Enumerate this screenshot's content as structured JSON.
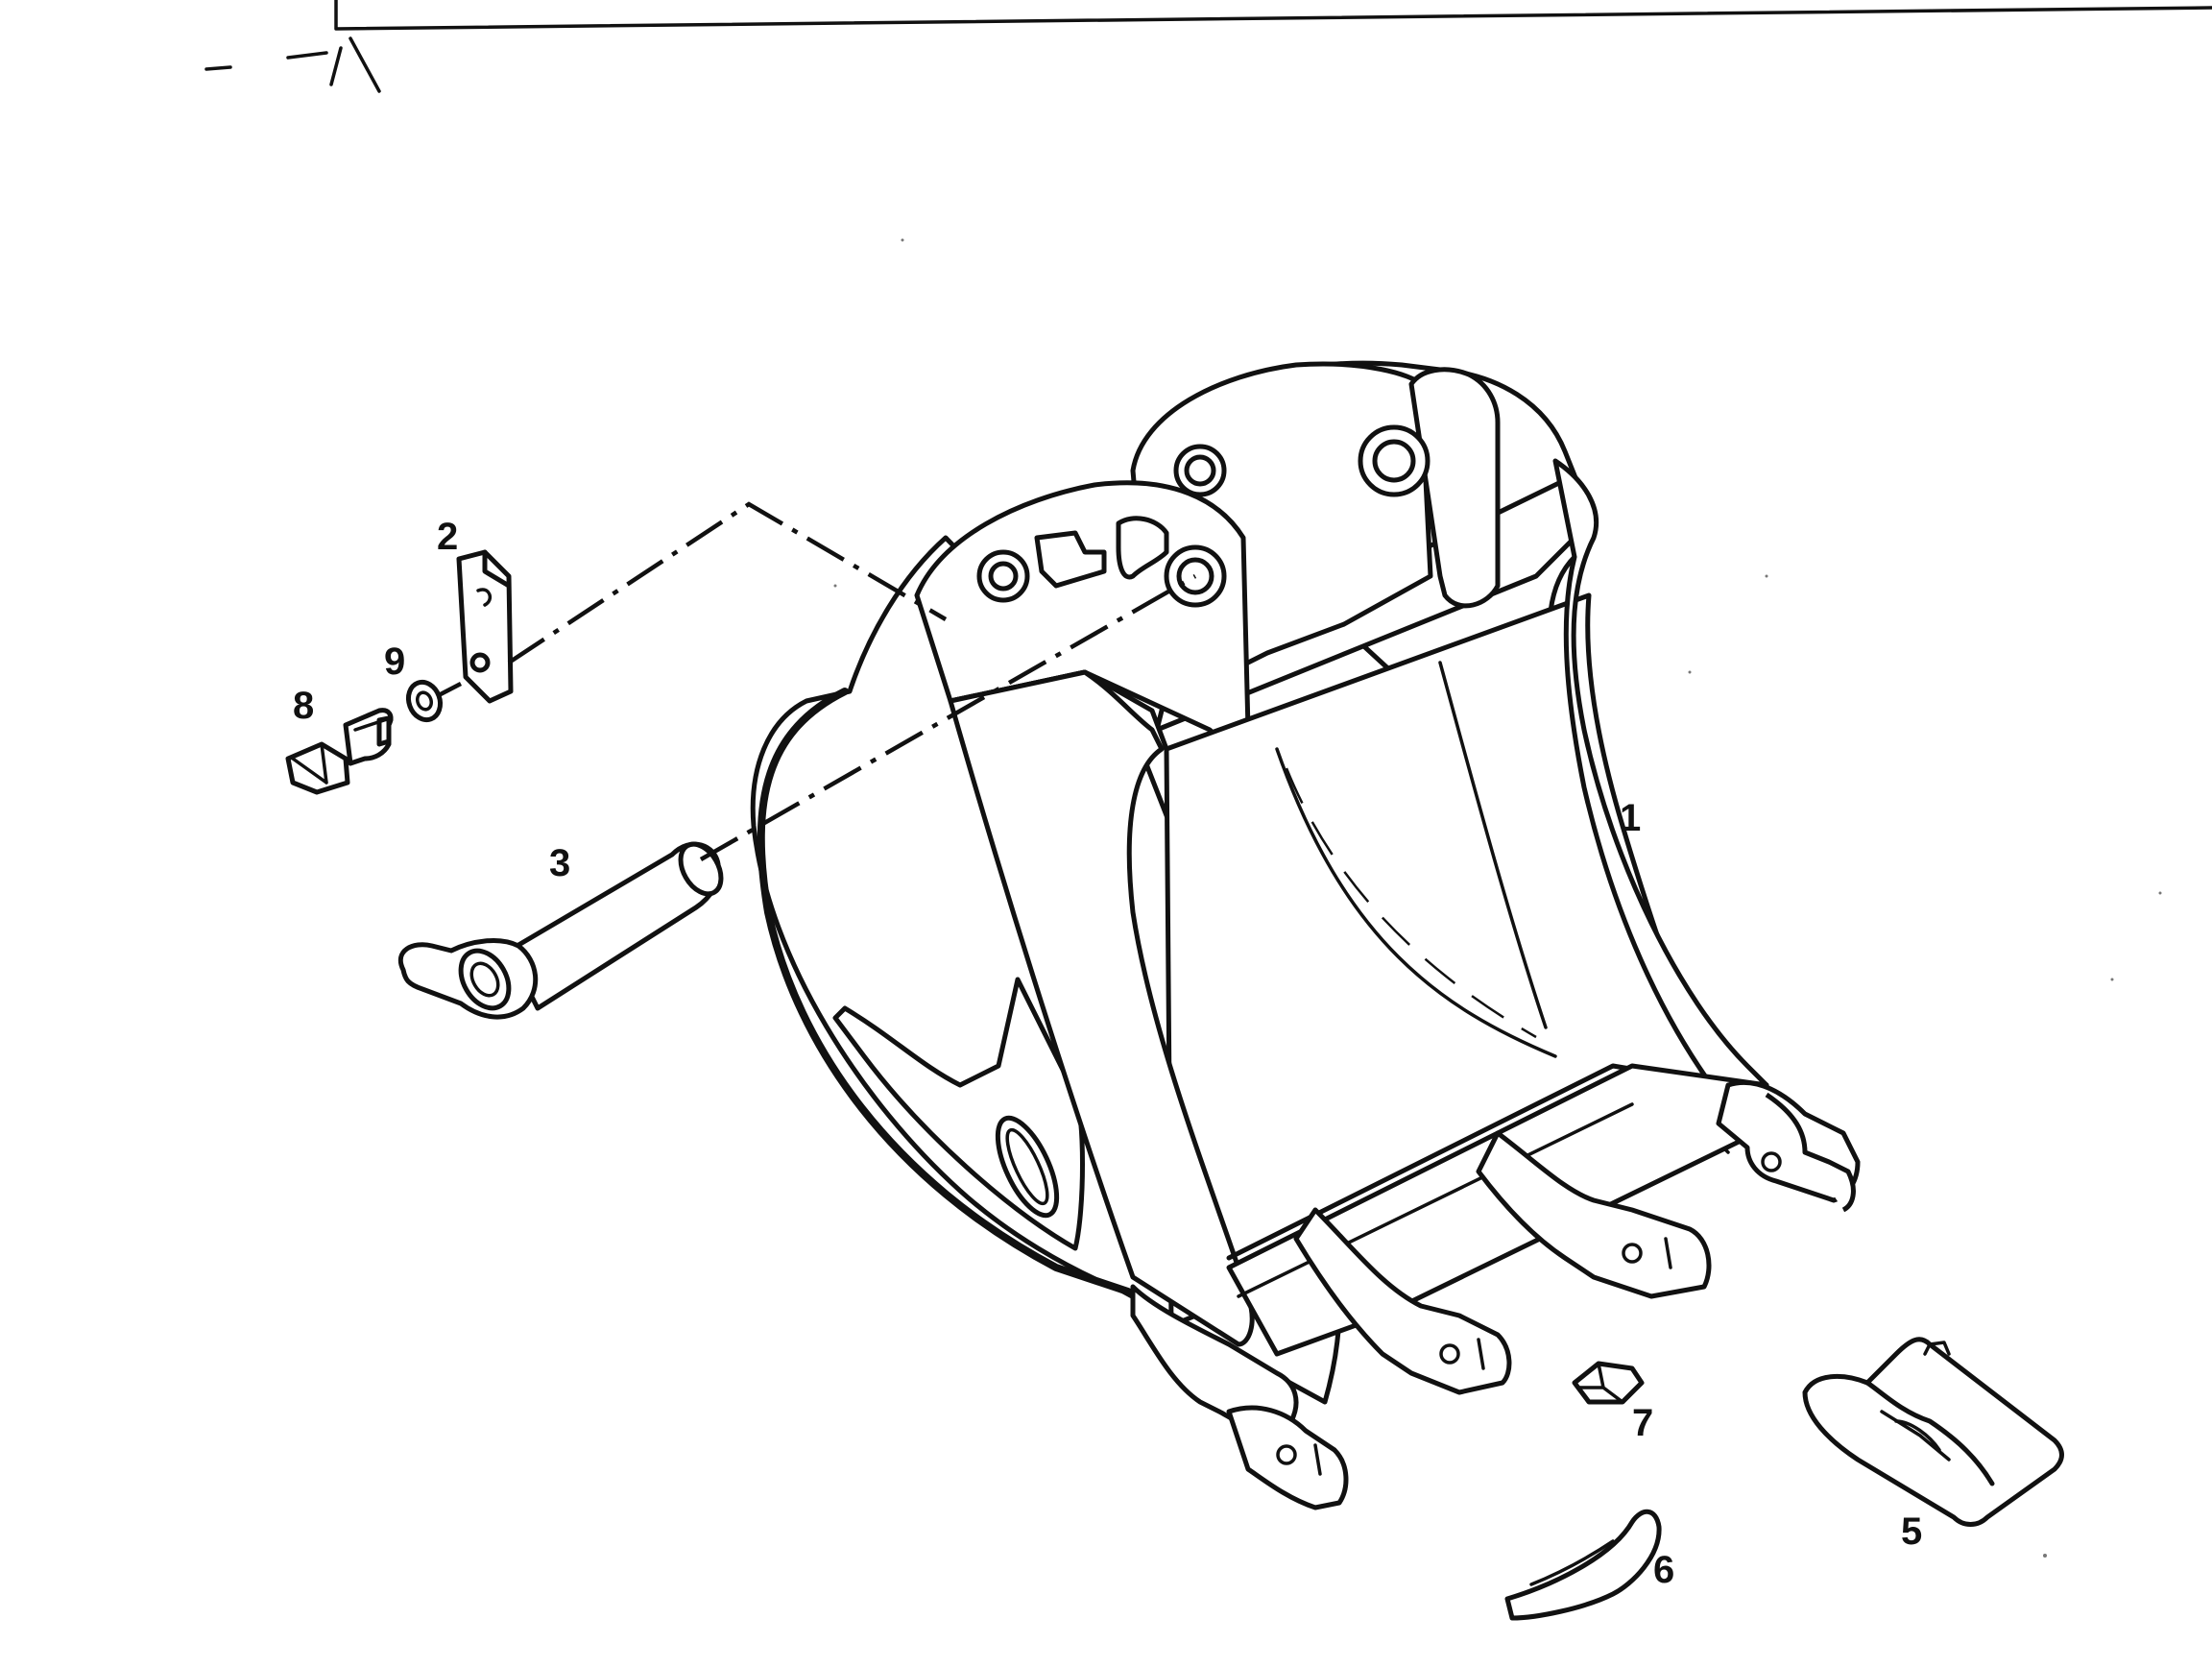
{
  "callouts": [
    {
      "id": "1",
      "label": "1"
    },
    {
      "id": "2",
      "label": "2"
    },
    {
      "id": "3",
      "label": "3"
    },
    {
      "id": "5",
      "label": "5"
    },
    {
      "id": "6",
      "label": "6"
    },
    {
      "id": "7",
      "label": "7"
    },
    {
      "id": "8",
      "label": "8"
    },
    {
      "id": "9",
      "label": "9"
    }
  ],
  "colors": {
    "ink": "#111111",
    "paper": "#ffffff"
  }
}
